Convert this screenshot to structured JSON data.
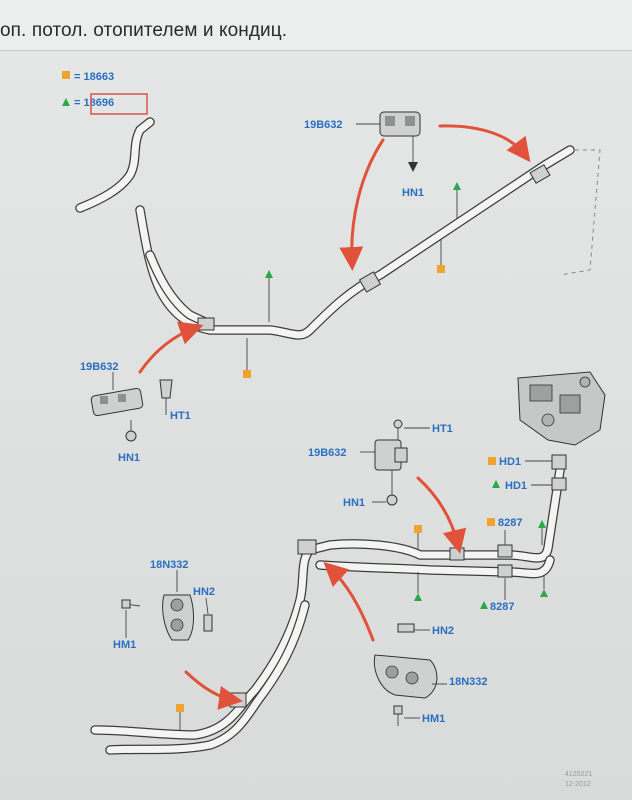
{
  "header": {
    "title": "оп. потол. отопителем и кондиц."
  },
  "legend": {
    "square_value": "= 18663",
    "triangle_value": "= 18696",
    "square_color": "#f0a430",
    "triangle_color": "#2aa84a",
    "highlight_box_color": "#d9534f"
  },
  "labels": {
    "top_bracket": "19B632",
    "top_hn": "HN1",
    "left_bracket": "19B632",
    "left_ht": "HT1",
    "left_hn": "HN1",
    "mid_ht": "HT1",
    "mid_bracket": "19B632",
    "mid_hn": "HN1",
    "hd1_square": "HD1",
    "hd1_triangle": "HD1",
    "clip_square": "8287",
    "clip_triangle": "8287",
    "clamp_left": "18N332",
    "hn2_left": "HN2",
    "hm1_left": "HM1",
    "hn2_right": "HN2",
    "clamp_right": "18N332",
    "hm1_right": "HM1"
  },
  "footer": {
    "code": "4120221",
    "date": "12-2012"
  },
  "colors": {
    "arrow": "#e0533a",
    "label_blue": "#2b6fc0"
  }
}
